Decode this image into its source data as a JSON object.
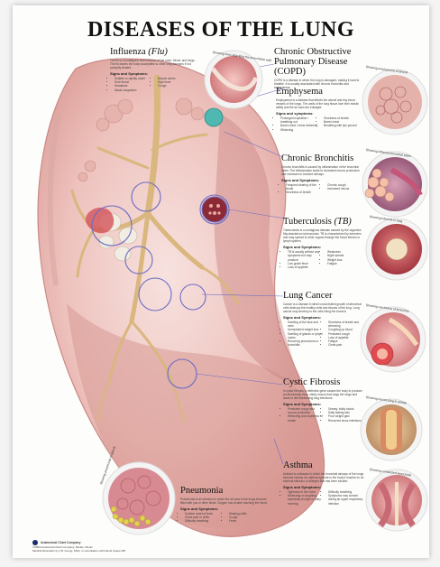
{
  "poster": {
    "title": "DISEASES OF THE LUNG",
    "footer": "©2003 Anatomical Chart Company, Skokie, Illinois\nMedical Illustration by J.B. Kuong, MSA, in consultation with David Capus MD",
    "publisher": "Anatomical Chart Company"
  },
  "sections": [
    {
      "id": "influenza",
      "title": "Influenza",
      "abbr": "(Flu)",
      "subtitle": "",
      "body": "The flu is a contagious viral infection of the nose, throat, and lungs. The flu leaves the body susceptible to other lung diseases if not promptly treated.",
      "signs_label": "Signs and Symptoms:",
      "symptoms": [
        "Sudden or rapidly onset",
        "Sore throat",
        "Headache",
        "Nasal congestion",
        "Muscle aches",
        "High fever",
        "Cough"
      ]
    },
    {
      "id": "copd",
      "title": "Chronic Obstructive",
      "abbr": "",
      "subtitle": "Pulmonary Disease (COPD)",
      "body": "COPD is a disease in which the lung is damaged, making it hard to breathe. It is usually associated with chronic bronchitis and emphysema.",
      "signs_label": "",
      "symptoms": []
    },
    {
      "id": "emphysema",
      "title": "Emphysema",
      "abbr": "",
      "subtitle": "",
      "body": "Emphysema is a disease that affects the alveoli and tiny blood vessels of the lungs. The walls of the lung tissue lose their elastic ability and the air sacs are enlarged.",
      "signs_label": "Signs and symptoms:",
      "symptoms": [
        "Prolonged expiration / breathing out",
        "Barrel chest / chest deformity",
        "Wheezing",
        "Shortness of breath",
        "Barrel chest",
        "Breathing with lips pursed"
      ]
    },
    {
      "id": "bronchitis",
      "title": "Chronic Bronchitis",
      "abbr": "",
      "subtitle": "",
      "body": "Chronic bronchitis is caused by inflammation of the bronchial tubes. The inflammation leads to increased mucus production and narrowed or blocked airways.",
      "signs_label": "Signs and Symptoms:",
      "symptoms": [
        "Frequent clearing of the throat",
        "Shortness of breath",
        "Chronic cough",
        "Increased mucus"
      ]
    },
    {
      "id": "tb",
      "title": "Tuberculosis",
      "abbr": "(TB)",
      "subtitle": "",
      "body": "Tuberculosis is a contagious disease caused by the organism Mycobacterium tuberculosis. TB is characterized by tubercles and may spread to other organs through the blood stream or lymph system.",
      "signs_label": "Signs and Symptoms:",
      "symptoms": [
        "TB is usually without any symptoms but may produce:",
        "Low grade fever",
        "Loss of appetite",
        "Weakness",
        "Night sweats",
        "Weight loss",
        "Fatigue"
      ]
    },
    {
      "id": "cancer",
      "title": "Lung Cancer",
      "abbr": "",
      "subtitle": "",
      "body": "Cancer is a disease in which uncontrolled growth of abnormal cells destroys the healthy cells and tissues of the lung. Lung cancer may develop in the cells lining the bronchi.",
      "signs_label": "Signs and Symptoms:",
      "symptoms": [
        "Swelling of the face and neck",
        "Unexplained weight loss",
        "Swelling of glands or lymph nodes",
        "Recurring pneumonia or bronchitis",
        "Shortness of breath and wheezing",
        "Coughing up blood",
        "Persistent cough",
        "Loss of appetite",
        "Fatigue",
        "Chest pain"
      ]
    },
    {
      "id": "cf",
      "title": "Cystic Fibrosis",
      "abbr": "",
      "subtitle": "",
      "body": "In cystic fibrosis, a defective gene causes the body to produce an abnormally thick, sticky mucus that clogs the lungs and leads to life-threatening lung infections.",
      "signs_label": "Signs and Symptoms:",
      "symptoms": [
        "Persistent cough and mucus production",
        "Wheezing and shortness of breath",
        "Greasy, bulky stools",
        "Salty tasting skin",
        "Poor weight gain",
        "Recurrent sinus infections"
      ]
    },
    {
      "id": "asthma",
      "title": "Asthma",
      "abbr": "",
      "subtitle": "",
      "body": "Asthma is a disease in which the bronchial airways of the lungs become narrow. An asthma episode is the body's reaction to an external stimulus or allergen that has been inhaled.",
      "signs_label": "Signs and Symptoms:",
      "symptoms": [
        "Tightness in the chest",
        "Wheezing or coughing, especially at night or early morning",
        "Difficulty breathing",
        "Symptoms may worsen during an upper respiratory infection"
      ]
    },
    {
      "id": "pneumonia",
      "title": "Pneumonia",
      "abbr": "",
      "subtitle": "",
      "body": "Pneumonia is an infection in which the air sacs in the lungs become filled with pus or other fluids. Oxygen has trouble reaching the blood.",
      "signs_label": "Signs and Symptoms:",
      "symptoms": [
        "Sudden onset of fever",
        "Chest pain or chills",
        "Difficulty breathing",
        "Shaking chills",
        "Cough",
        "Fever"
      ]
    }
  ],
  "insets": {
    "influenza": "Showing virus attacking the bronchiolar wall",
    "emphysema": "Showing emphysema of alveoli",
    "bronchitis": "Showing inflamed bronchial tubes",
    "tb": "Showing tubercle in lung",
    "cancer": "Showing carcinoma of bronchus",
    "cf": "Showing mucus plug in airway",
    "asthma": "Showing constricted bronchiole",
    "pneumonia": "Showing pneumonia in alveoli"
  },
  "colors": {
    "lung_light": "#f2d3cf",
    "lung_mid": "#e4a9a4",
    "lung_dark": "#c77b7a",
    "inset_ring": "#f3f3f3",
    "callout": "#6c6cc4",
    "title": "#111111"
  }
}
